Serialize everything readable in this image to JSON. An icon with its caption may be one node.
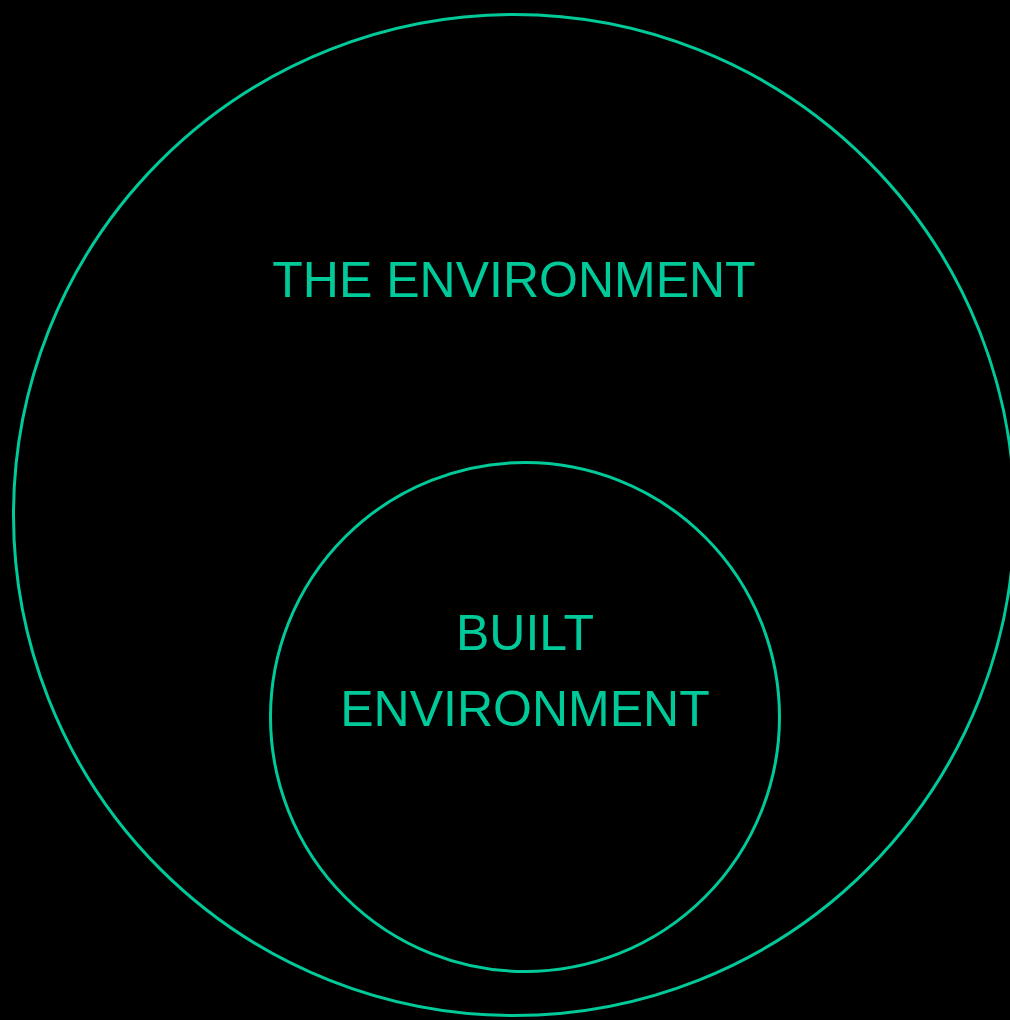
{
  "diagram": {
    "nodes": [
      {
        "text": [
          "THE ENVIRONMENT"
        ]
      },
      {
        "text": [
          "BUILT ENVIRONMENT"
        ],
        "in": 0
      }
    ]
  }
}
